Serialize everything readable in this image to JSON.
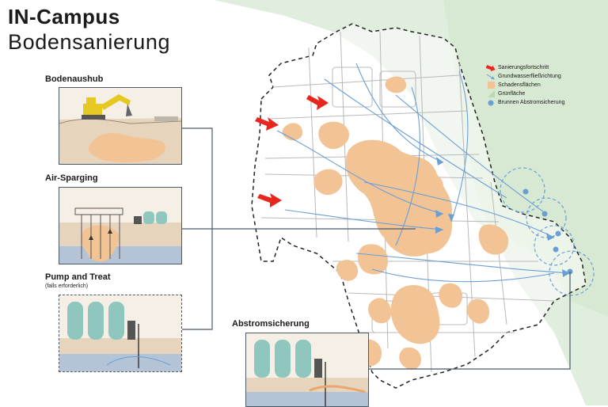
{
  "title": {
    "line1": "IN-Campus",
    "line2": "Bodensanierung"
  },
  "panels": {
    "bodenaushub": {
      "label": "Bodenaushub"
    },
    "air_sparging": {
      "label": "Air-Sparging"
    },
    "pump_and_treat": {
      "label": "Pump and Treat",
      "note": "(falls erforderlich)"
    },
    "abstromsicherung": {
      "label": "Abstromsicherung"
    }
  },
  "legend": {
    "items": [
      {
        "key": "sanierung",
        "label": "Sanierungsfortschritt",
        "icon": "red-arrow-icon",
        "color": "#e8261e"
      },
      {
        "key": "grundwasser",
        "label": "Grundwasserfließrichtung",
        "icon": "blue-arrow-icon",
        "color": "#6a9fd4"
      },
      {
        "key": "schaden",
        "label": "Schadensflächen",
        "icon": "orange-square-icon",
        "color": "#f2c394"
      },
      {
        "key": "gruen",
        "label": "Grünfläche",
        "icon": "green-triangle-icon",
        "color": "#d8ead3"
      },
      {
        "key": "brunnen",
        "label": "Brunnen Abstromsicherung",
        "icon": "blue-dot-icon",
        "color": "#6a9fd4"
      }
    ]
  },
  "colors": {
    "damage": "#f2c394",
    "green": "#dfeedd",
    "water": "#6a9fd4",
    "red": "#e8261e",
    "connector": "#4a5a6a"
  }
}
